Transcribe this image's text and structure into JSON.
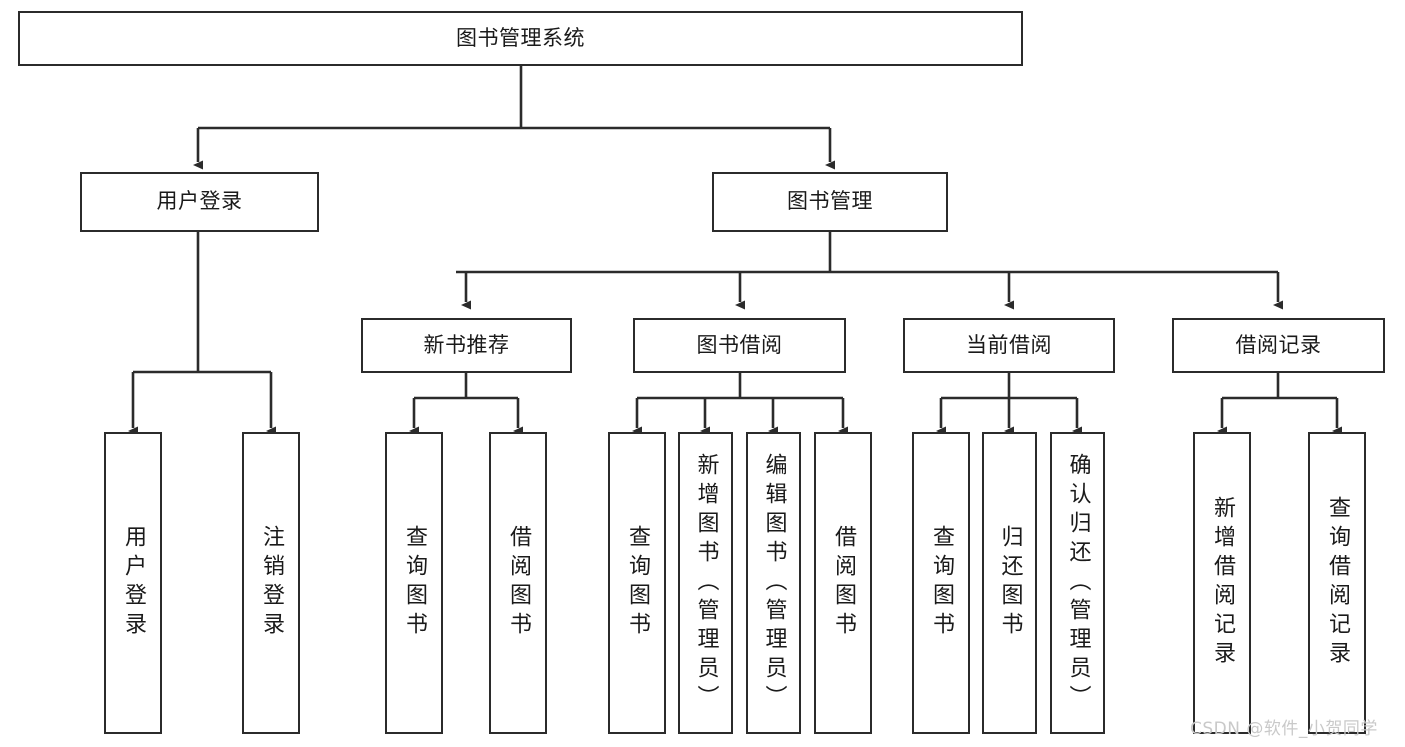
{
  "diagram": {
    "title": "图书管理系统",
    "type": "tree-hierarchy-diagram",
    "stroke_color": "#2b2b2b",
    "background_color": "#ffffff",
    "text_color": "#1a1a1a"
  },
  "root": {
    "label": "图书管理系统"
  },
  "level2": {
    "user_login": {
      "label": "用户登录"
    },
    "book_manage": {
      "label": "图书管理"
    }
  },
  "level3": {
    "new_book_recommend": {
      "label": "新书推荐"
    },
    "book_borrow": {
      "label": "图书借阅"
    },
    "current_borrow": {
      "label": "当前借阅"
    },
    "borrow_record": {
      "label": "借阅记录"
    }
  },
  "leaves": {
    "user_login_children": [
      {
        "label": "用户登录"
      },
      {
        "label": "注销登录"
      }
    ],
    "new_book_recommend_children": [
      {
        "label": "查询图书"
      },
      {
        "label": "借阅图书"
      }
    ],
    "book_borrow_children": [
      {
        "label": "查询图书"
      },
      {
        "label": "新增图书（管理员）"
      },
      {
        "label": "编辑图书（管理员）"
      },
      {
        "label": "借阅图书"
      }
    ],
    "current_borrow_children": [
      {
        "label": "查询图书"
      },
      {
        "label": "归还图书"
      },
      {
        "label": "确认归还（管理员）"
      }
    ],
    "borrow_record_children": [
      {
        "label": "新增借阅记录"
      },
      {
        "label": "查询借阅记录"
      }
    ]
  },
  "watermark": {
    "text": "CSDN @软件_小贺同学"
  }
}
